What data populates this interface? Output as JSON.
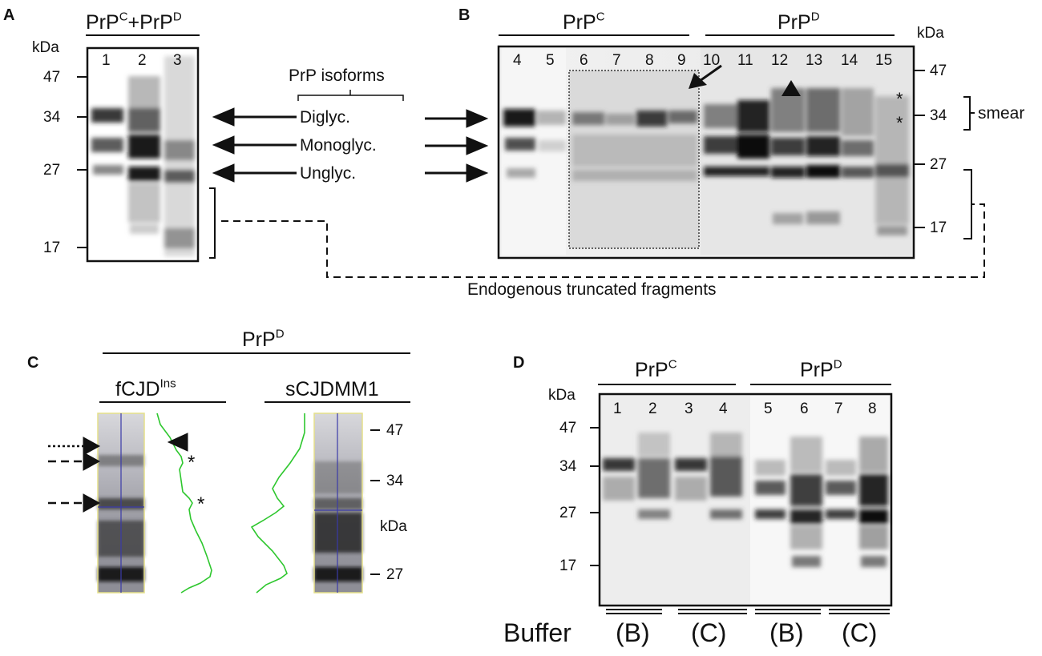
{
  "panel_a": {
    "letter": "A",
    "header": "PrP",
    "header_sup1": "C",
    "header_plus": "+PrP",
    "header_sup2": "D",
    "kda": "kDa",
    "markers": [
      "47",
      "34",
      "27",
      "17"
    ],
    "lanes": [
      "1",
      "2",
      "3"
    ]
  },
  "legend": {
    "title": "PrP isoforms",
    "diglyc": "Diglyc.",
    "monoglyc": "Monoglyc.",
    "unglyc": "Unglyc.",
    "fragments": "Endogenous truncated fragments"
  },
  "panel_b": {
    "letter": "B",
    "group1": "PrP",
    "group1_sup": "C",
    "group2": "PrP",
    "group2_sup": "D",
    "kda": "kDa",
    "markers": [
      "47",
      "34",
      "27",
      "17"
    ],
    "lanes": [
      "4",
      "5",
      "6",
      "7",
      "8",
      "9",
      "10",
      "11",
      "12",
      "13",
      "14",
      "15"
    ],
    "smear": "smear",
    "star": "*"
  },
  "panel_c": {
    "letter": "C",
    "header": "PrP",
    "header_sup": "D",
    "left": "fCJD",
    "left_sup": "Ins",
    "right": "sCJDMM1",
    "markers": [
      "47",
      "34",
      "kDa",
      "27"
    ],
    "star": "*"
  },
  "panel_d": {
    "letter": "D",
    "group1": "PrP",
    "group1_sup": "C",
    "group2": "PrP",
    "group2_sup": "D",
    "kda": "kDa",
    "markers": [
      "47",
      "34",
      "27",
      "17"
    ],
    "lanes": [
      "1",
      "2",
      "3",
      "4",
      "5",
      "6",
      "7",
      "8"
    ],
    "buffer": "Buffer",
    "conditions": [
      "(B)",
      "(C)",
      "(B)",
      "(C)"
    ]
  }
}
